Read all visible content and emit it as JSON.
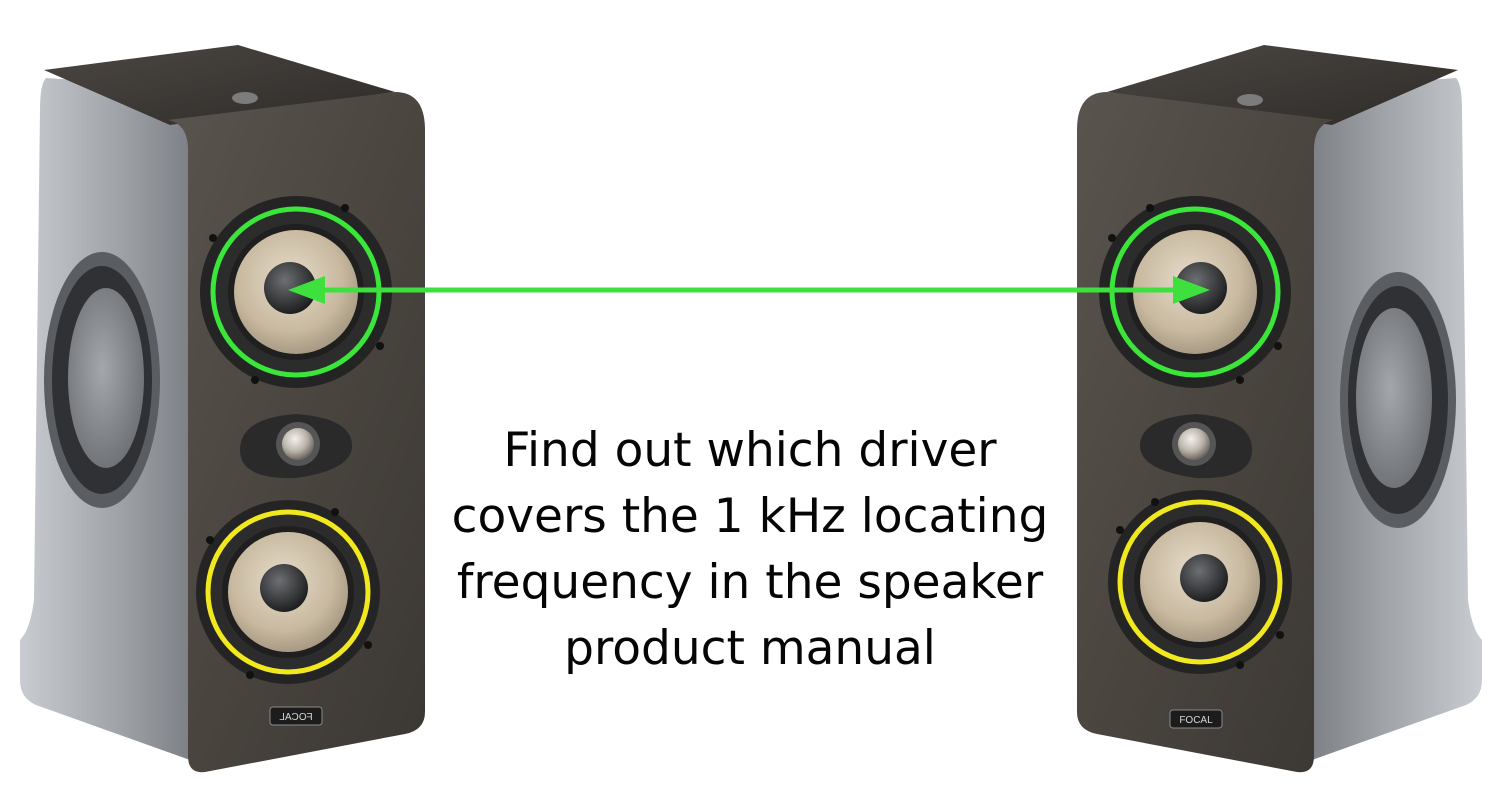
{
  "caption": {
    "lines": [
      "Find out which driver",
      "covers the 1 kHz locating",
      "frequency in the speaker",
      "product manual"
    ]
  },
  "speakers": {
    "left": {
      "badge": "FOCAL"
    },
    "right": {
      "badge": "FOCAL"
    }
  },
  "colors": {
    "highlight_ring": "#39e639",
    "arrow": "#3de03d",
    "secondary_ring": "#f2e81e",
    "cabinet_front": "#4a4540",
    "cabinet_side": "#9a9ea3",
    "cone": "#cdbfa8"
  },
  "icons": {
    "arrow": "double-headed-arrow-icon"
  }
}
